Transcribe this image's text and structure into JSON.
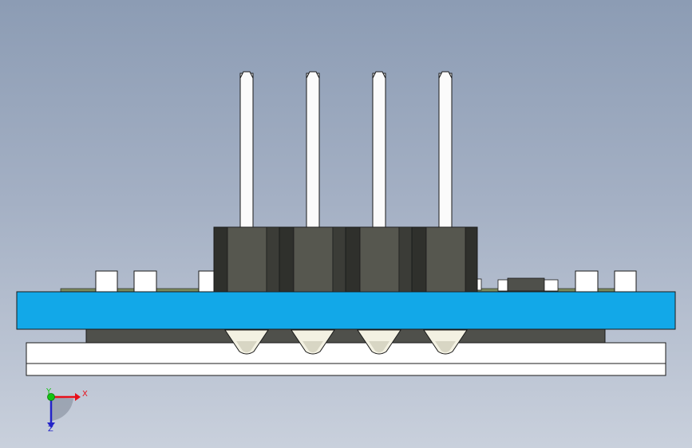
{
  "view": {
    "background_top": "#8c9cb4",
    "background_bottom": "#c9d0dc"
  },
  "model": {
    "pcb_color": "#12a8e8",
    "header_body_color": "#56574f",
    "header_dark_color": "#2f302c",
    "pin_color": "#fbfbfb",
    "base_plate_color": "#ffffff",
    "component_pad_color": "#ffffff",
    "pin_count": 4
  },
  "triad": {
    "x_label": "X",
    "y_label": "Y",
    "z_label": "Z",
    "x_color": "#e8101a",
    "y_color": "#11c411",
    "z_color": "#2424c8"
  }
}
